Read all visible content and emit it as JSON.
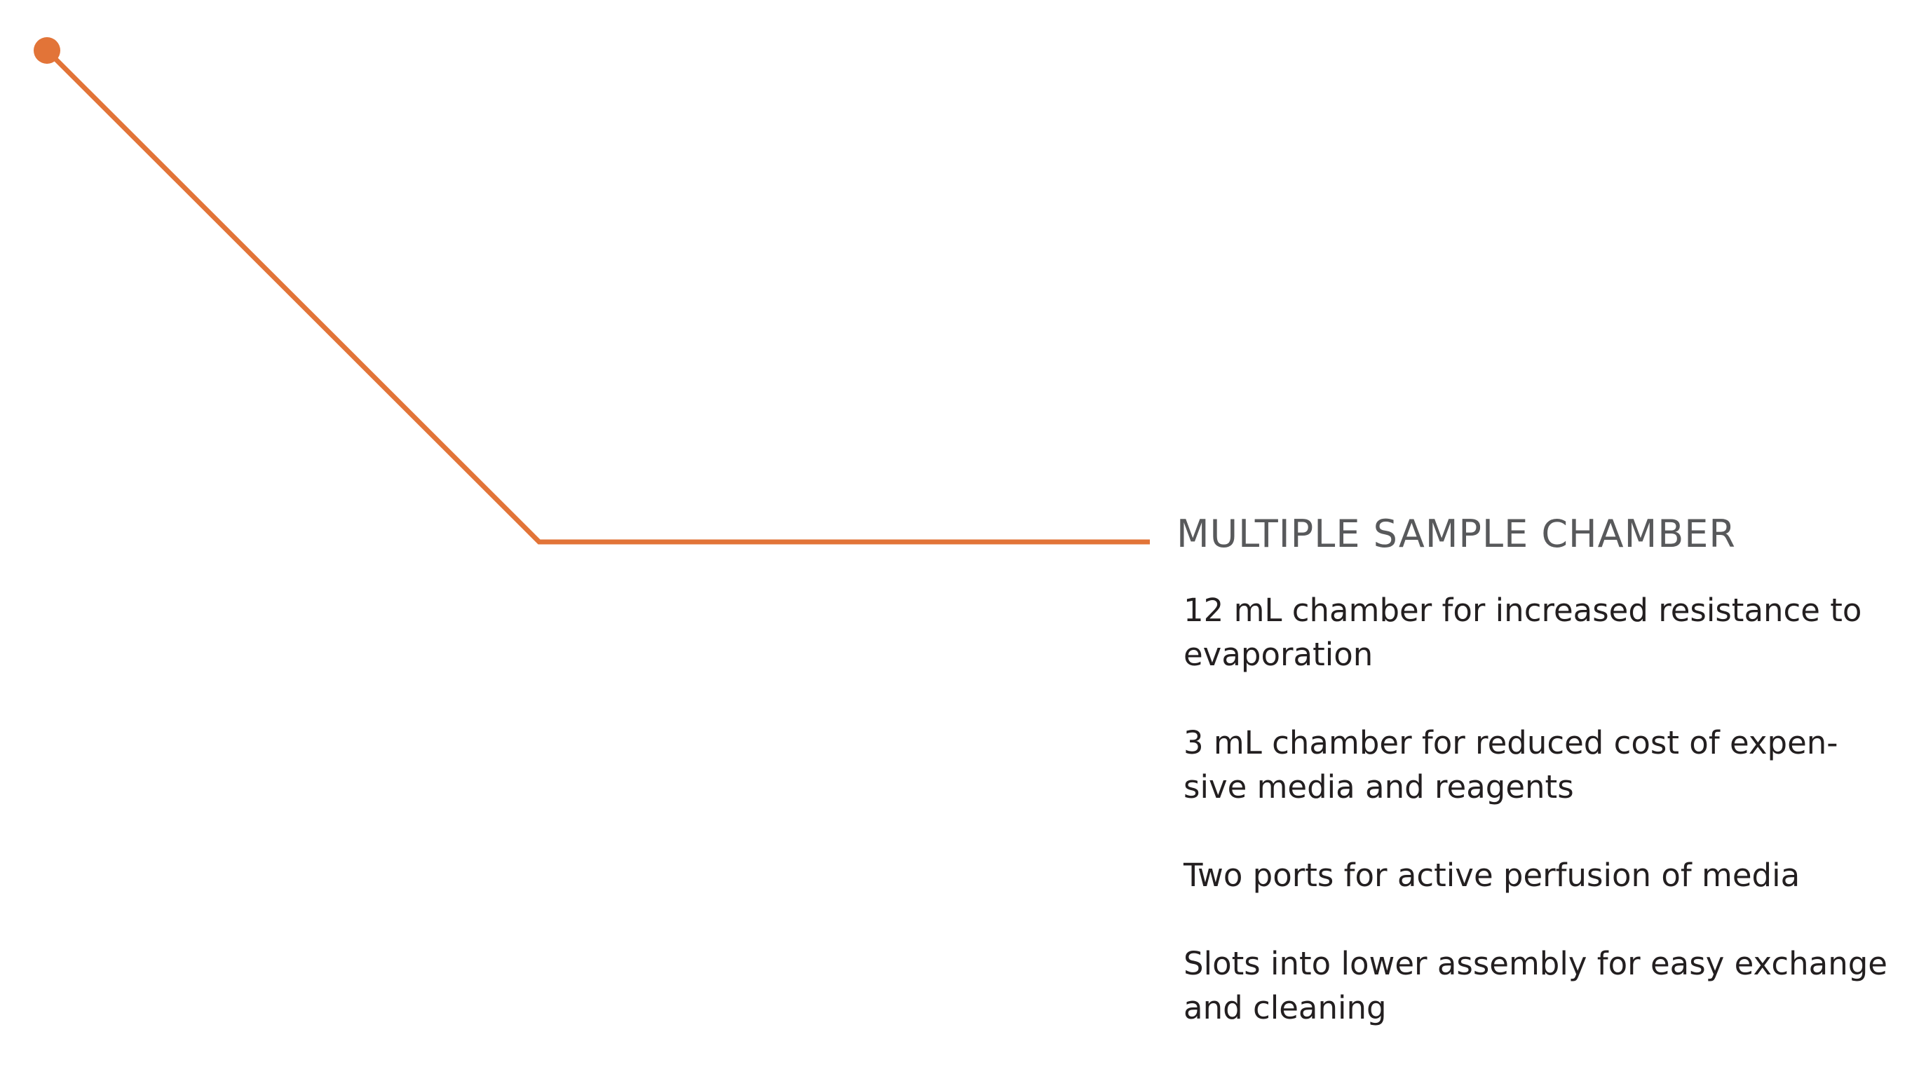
{
  "callout": {
    "title": "MULTIPLE SAMPLE CHAMBER",
    "accent_color": "#e27438",
    "title_color": "#58595b",
    "text_color": "#231f20",
    "features": [
      "12 mL chamber for increased resistance to\nevaporation",
      "3 mL chamber for reduced cost of expen-\nsive media and reagents",
      "Two ports for active perfusion of media",
      "Slots into lower assembly for easy exchange\nand cleaning"
    ]
  }
}
